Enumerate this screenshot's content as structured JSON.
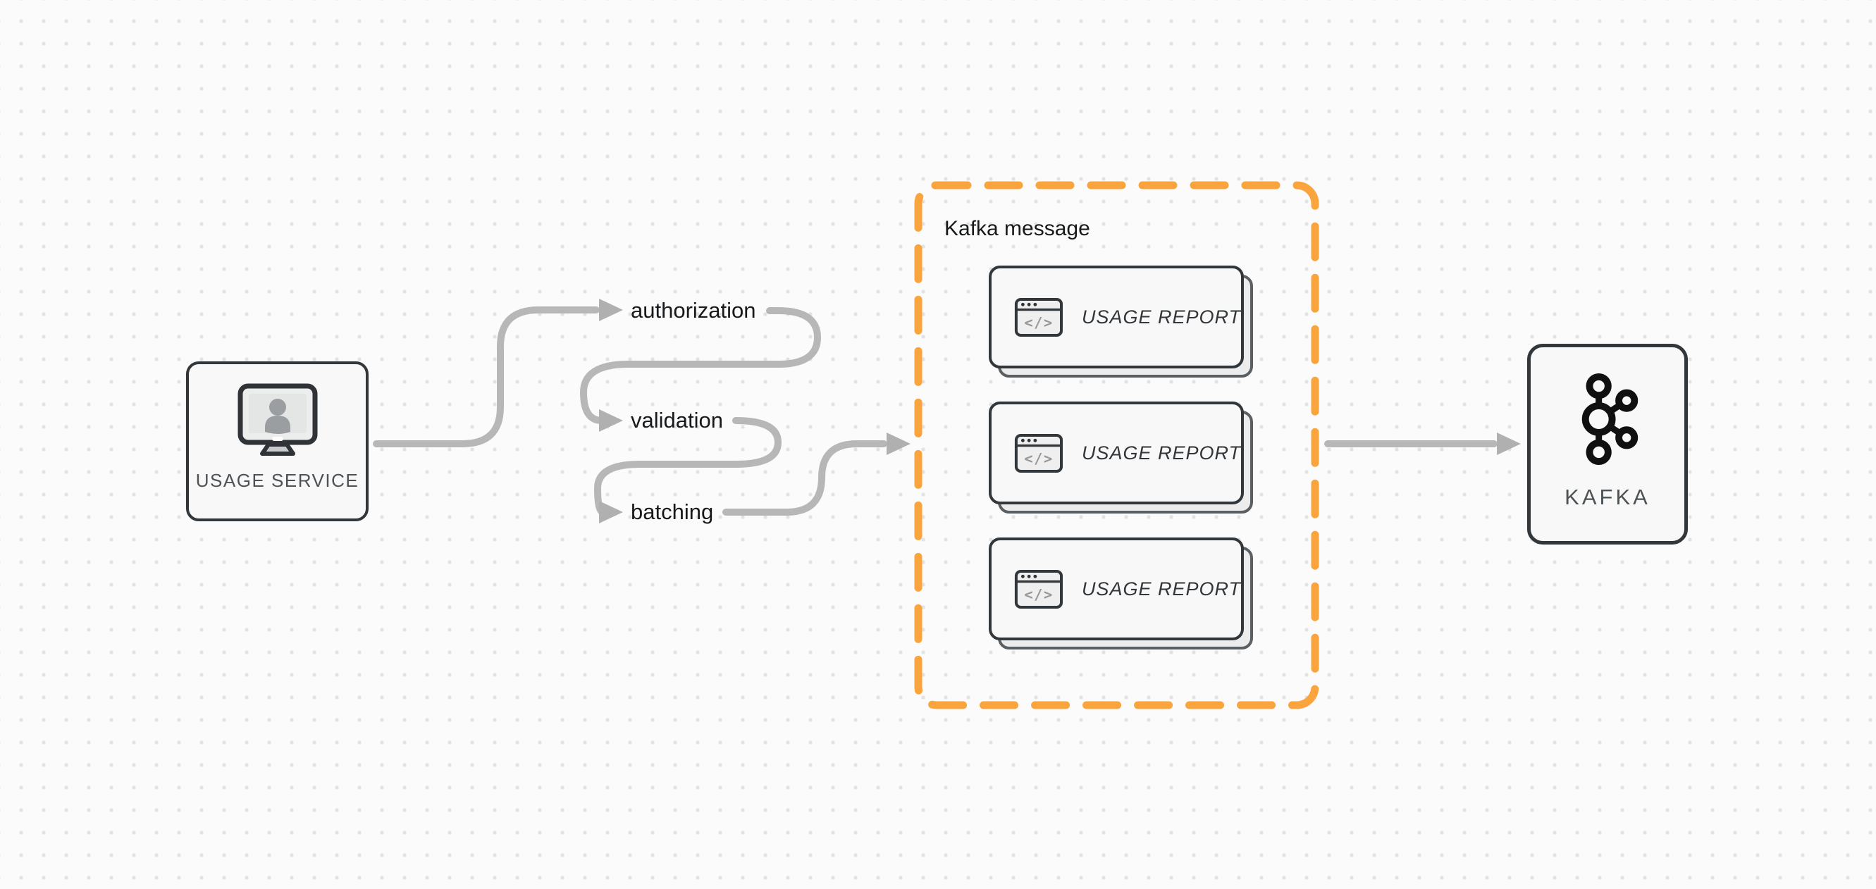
{
  "diagram": {
    "background": {
      "bg_color": "#fbfbfb",
      "dot_color": "#e2e2e2"
    },
    "wire_color": "#b7b7b7",
    "usage_service": {
      "label": "USAGE SERVICE",
      "icon": "user-monitor-icon"
    },
    "steps": [
      {
        "label": "authorization"
      },
      {
        "label": "validation"
      },
      {
        "label": "batching"
      }
    ],
    "kafka_message": {
      "title": "Kafka message",
      "accent_color": "#F9A43C",
      "cards": [
        {
          "label": "USAGE REPORT",
          "icon": "code-window-icon"
        },
        {
          "label": "USAGE REPORT",
          "icon": "code-window-icon"
        },
        {
          "label": "USAGE REPORT",
          "icon": "code-window-icon"
        }
      ]
    },
    "kafka": {
      "label": "KAFKA",
      "icon": "kafka-logo-icon"
    },
    "icons": {
      "code_glyph": "</>"
    }
  }
}
